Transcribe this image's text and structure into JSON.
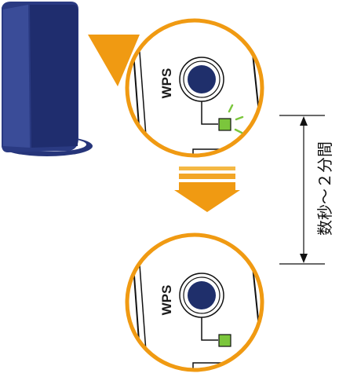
{
  "steps": [
    {
      "button_label": "WPS",
      "led_state": "blinking",
      "led_color": "#7bc63c"
    },
    {
      "button_label": "WPS",
      "led_state": "steady",
      "led_color": "#7bc63c"
    }
  ],
  "duration_label": "数秒〜２分間",
  "colors": {
    "router_blue": "#26357a",
    "accent_orange": "#f09a12",
    "button_navy": "#1f2f6b"
  },
  "icons": [
    "router-icon",
    "callout-pointer-icon",
    "transition-arrow-icon",
    "led-icon",
    "led-blink-rays-icon",
    "dimension-arrow-icon"
  ]
}
